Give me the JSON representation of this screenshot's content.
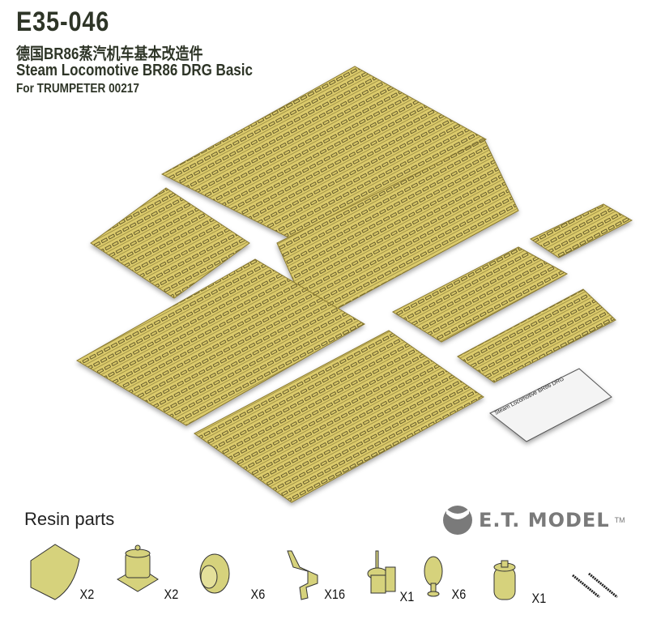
{
  "header": {
    "product_code": "E35-046",
    "title_cn": "德国BR86蒸汽机车基本改造件",
    "title_en": "Steam Locomotive BR86 DRG Basic",
    "compatibility": "For TRUMPETER 00217"
  },
  "resin": {
    "label": "Resin parts",
    "parts": [
      {
        "icon": "curved-block-icon",
        "qty": "X2"
      },
      {
        "icon": "valve-housing-icon",
        "qty": "X2"
      },
      {
        "icon": "ring-icon",
        "qty": "X6"
      },
      {
        "icon": "lever-fitting-icon",
        "qty": "X16"
      },
      {
        "icon": "pump-icon",
        "qty": "X1"
      },
      {
        "icon": "bulb-icon",
        "qty": "X6"
      },
      {
        "icon": "cylinder-icon",
        "qty": "X1"
      },
      {
        "icon": "springs-icon",
        "qty": ""
      }
    ]
  },
  "brand": {
    "name": "E.T. MODEL",
    "trademark": "TM"
  },
  "card": {
    "label": "Steam Locomotive BR86 DRG"
  },
  "colors": {
    "brass": "#dccb6c",
    "brass_dark": "#3a3212",
    "resin": "#d6d27c",
    "text": "#2e3527",
    "logo": "#7a7a7a"
  }
}
